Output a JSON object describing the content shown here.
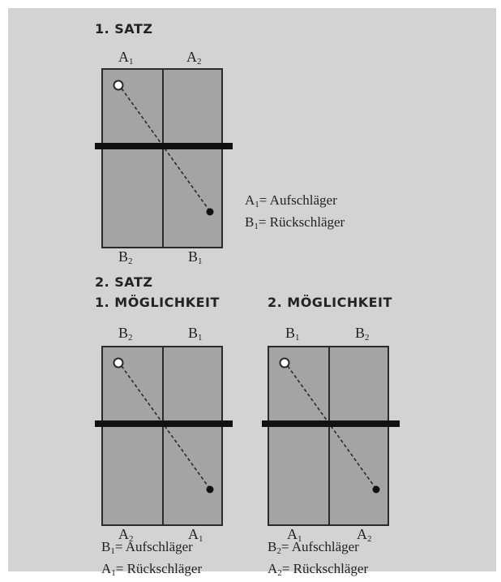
{
  "section1": {
    "title": "1. SATZ",
    "top_labels": [
      {
        "letter": "A",
        "sub": "1"
      },
      {
        "letter": "A",
        "sub": "2"
      }
    ],
    "bottom_labels": [
      {
        "letter": "B",
        "sub": "2"
      },
      {
        "letter": "B",
        "sub": "1"
      }
    ],
    "legend": [
      {
        "letter": "A",
        "sub": "1",
        "text": "= Aufschläger"
      },
      {
        "letter": "B",
        "sub": "1",
        "text": "= Rückschläger"
      }
    ]
  },
  "section2": {
    "title": "2. SATZ",
    "option1": {
      "title": "1. MÖGLICHKEIT",
      "top_labels": [
        {
          "letter": "B",
          "sub": "2"
        },
        {
          "letter": "B",
          "sub": "1"
        }
      ],
      "bottom_labels": [
        {
          "letter": "A",
          "sub": "2"
        },
        {
          "letter": "A",
          "sub": "1"
        }
      ],
      "legend": [
        {
          "letter": "B",
          "sub": "1",
          "text": "= Aufschläger"
        },
        {
          "letter": "A",
          "sub": "1",
          "text": "= Rückschläger"
        }
      ]
    },
    "option2": {
      "title": "2. MÖGLICHKEIT",
      "top_labels": [
        {
          "letter": "B",
          "sub": "1"
        },
        {
          "letter": "B",
          "sub": "2"
        }
      ],
      "bottom_labels": [
        {
          "letter": "A",
          "sub": "1"
        },
        {
          "letter": "A",
          "sub": "2"
        }
      ],
      "legend": [
        {
          "letter": "B",
          "sub": "2",
          "text": "= Aufschläger"
        },
        {
          "letter": "A",
          "sub": "2",
          "text": "= Rückschläger"
        }
      ]
    }
  },
  "colors": {
    "background": "#d5d3d1",
    "court": "#a6a4a2",
    "lines": "#2a2a2a",
    "net": "#111111"
  },
  "icons": [
    "serve-start-circle-icon",
    "serve-path-arrow-icon",
    "serve-target-dot-icon"
  ]
}
